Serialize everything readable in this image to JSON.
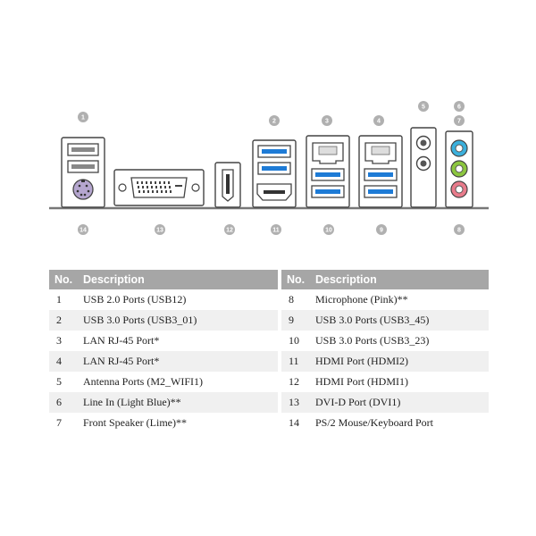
{
  "diagram": {
    "callouts_top": [
      "1",
      "2",
      "3",
      "4",
      "5",
      "6",
      "7"
    ],
    "callouts_bottom": [
      "14",
      "13",
      "12",
      "11",
      "10",
      "9",
      "8"
    ],
    "colors": {
      "usb3": "#1e7bd6",
      "line_in": "#3bb0dc",
      "front_speaker": "#8cc63f",
      "microphone": "#e87b8b",
      "callout": "#b0b0b0",
      "outline": "#555555"
    },
    "icons": [
      "usb2-port-icon",
      "ps2-port-icon",
      "dvi-port-icon",
      "hdmi-port-icon",
      "usb3-port-icon",
      "lan-port-icon",
      "antenna-port-icon",
      "audio-jack-icon"
    ]
  },
  "table": {
    "headers": {
      "no": "No.",
      "description": "Description"
    },
    "left_rows": [
      {
        "no": "1",
        "desc": "USB 2.0 Ports (USB12)"
      },
      {
        "no": "2",
        "desc": "USB 3.0 Ports (USB3_01)"
      },
      {
        "no": "3",
        "desc": "LAN RJ-45 Port*"
      },
      {
        "no": "4",
        "desc": "LAN RJ-45 Port*"
      },
      {
        "no": "5",
        "desc": "Antenna Ports (M2_WIFI1)"
      },
      {
        "no": "6",
        "desc": "Line In (Light Blue)**"
      },
      {
        "no": "7",
        "desc": "Front Speaker (Lime)**"
      }
    ],
    "right_rows": [
      {
        "no": "8",
        "desc": "Microphone (Pink)**"
      },
      {
        "no": "9",
        "desc": "USB 3.0 Ports (USB3_45)"
      },
      {
        "no": "10",
        "desc": "USB 3.0 Ports (USB3_23)"
      },
      {
        "no": "11",
        "desc": "HDMI Port (HDMI2)"
      },
      {
        "no": "12",
        "desc": "HDMI Port (HDMI1)"
      },
      {
        "no": "13",
        "desc": "DVI-D Port (DVI1)"
      },
      {
        "no": "14",
        "desc": "PS/2 Mouse/Keyboard Port"
      }
    ]
  }
}
